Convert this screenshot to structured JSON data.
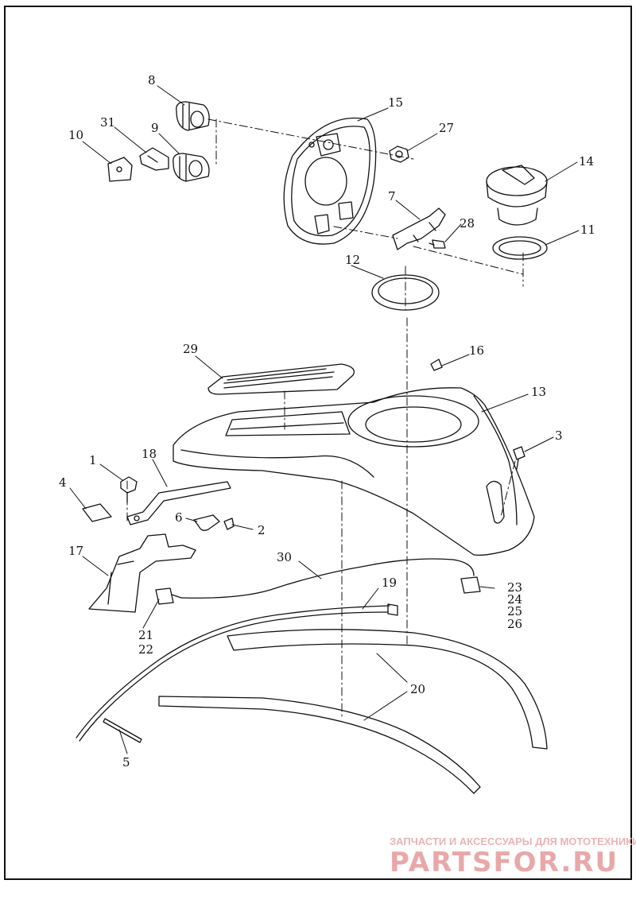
{
  "callouts": {
    "c1": "1",
    "c2": "2",
    "c3": "3",
    "c4": "4",
    "c5": "5",
    "c6": "6",
    "c7": "7",
    "c8": "8",
    "c9": "9",
    "c10": "10",
    "c11": "11",
    "c12": "12",
    "c13": "13",
    "c14": "14",
    "c15": "15",
    "c16": "16",
    "c17": "17",
    "c18": "18",
    "c19": "19",
    "c20": "20",
    "c21": "21",
    "c22": "22",
    "c23": "23",
    "c24": "24",
    "c25": "25",
    "c26": "26",
    "c27": "27",
    "c28": "28",
    "c29": "29",
    "c30": "30",
    "c31": "31"
  },
  "watermark": {
    "tagline": "ЗАПЧАСТИ И АКСЕССУАРЫ ДЛЯ МОТОТЕХНИКИ",
    "logo": "PARTSFOR.RU"
  },
  "colors": {
    "line": "#111111",
    "watermark": "#e9a8a8"
  }
}
